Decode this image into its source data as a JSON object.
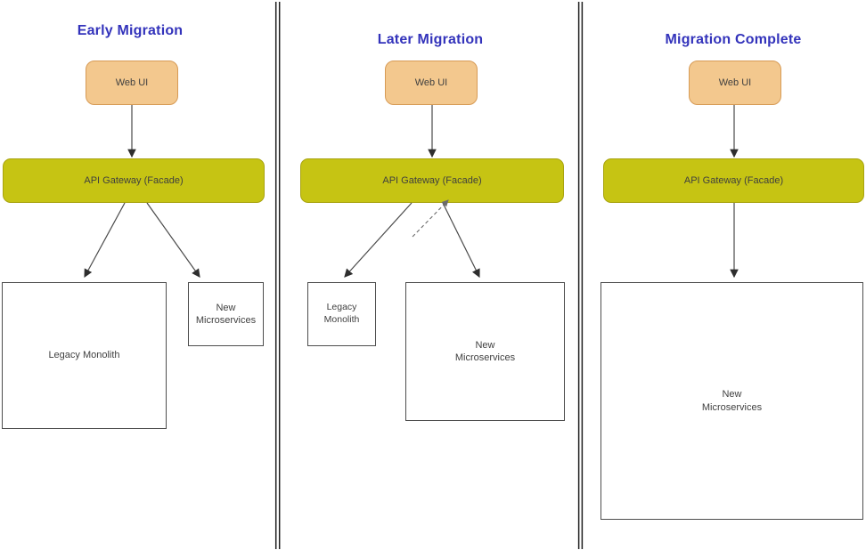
{
  "panels": [
    {
      "id": "early",
      "title": "Early Migration",
      "nodes": {
        "web_ui": "Web UI",
        "gateway": "API Gateway (Facade)",
        "legacy": "Legacy Monolith",
        "micro": "New\nMicroservices"
      }
    },
    {
      "id": "later",
      "title": "Later Migration",
      "nodes": {
        "web_ui": "Web UI",
        "gateway": "API Gateway (Facade)",
        "legacy": "Legacy Monolith",
        "micro": "New\nMicroservices"
      }
    },
    {
      "id": "complete",
      "title": "Migration Complete",
      "nodes": {
        "web_ui": "Web UI",
        "gateway": "API Gateway (Facade)",
        "micro": "New\nMicroservices"
      }
    }
  ],
  "colors": {
    "title": "#3333bb",
    "label": "#3f3f3f",
    "webui-fill": "#f3c88e",
    "webui-stroke": "#d79b56",
    "gateway-fill": "#c6c413",
    "gateway-stroke": "#a8a30f",
    "plain-fill": "#ffffff",
    "plain-stroke": "#4d4d4d",
    "arrow": "#4a4a4a",
    "divider": "#1f1f1f"
  }
}
